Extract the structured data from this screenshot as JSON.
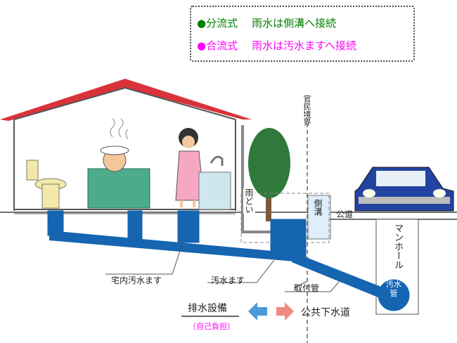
{
  "legend": {
    "separate": {
      "bullet": "●",
      "name": "分流式",
      "desc": "雨水は側溝へ接続",
      "color": "#008000"
    },
    "combined": {
      "bullet": "●",
      "name": "合流式",
      "desc": "雨水は汚水ますへ接続",
      "color": "#ff00ff"
    }
  },
  "labels": {
    "boundary": "官民境界",
    "downspout": "雨どい",
    "gutter": "側溝",
    "road": "公道",
    "manhole": "マンホール",
    "sewer_pipe": "汚水管",
    "house_inlet": "宅内汚水ます",
    "sewage_inlet": "汚水ます",
    "connection_pipe": "取付管",
    "drainage": "排水設備",
    "self_pay": "（自己負担）",
    "public_sewer": "公共下水道"
  },
  "colors": {
    "pipe": "#1565b0",
    "roof": "#d9333a",
    "left_arrow": "#4a9ad8",
    "right_arrow": "#f08a80"
  }
}
